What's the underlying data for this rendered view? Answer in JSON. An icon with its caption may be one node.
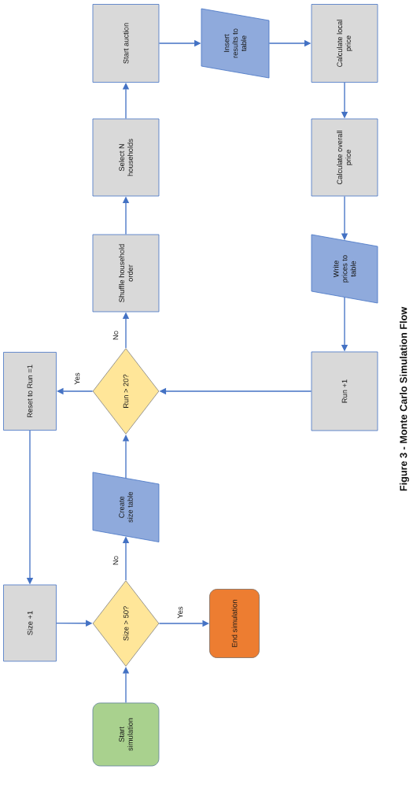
{
  "diagram": {
    "caption": "Figure 3 - Monte Carlo Simulation Flow",
    "nodes": [
      {
        "text": [
          "Start simulation"
        ]
      },
      {
        "text": [
          "Size > 50?"
        ]
      },
      {
        "text": [
          "End simulation"
        ]
      },
      {
        "text": [
          "Create size table"
        ]
      },
      {
        "text": [
          "Run > 20?"
        ]
      },
      {
        "text": [
          "Shuffle household order"
        ]
      },
      {
        "text": [
          "Select N households"
        ]
      },
      {
        "text": [
          "Start auction"
        ]
      },
      {
        "text": [
          "Insert results to table"
        ]
      },
      {
        "text": [
          "Calculate local price"
        ]
      },
      {
        "text": [
          "Calculate overall price"
        ]
      },
      {
        "text": [
          "Write prices to table"
        ]
      },
      {
        "text": [
          "Run +1"
        ]
      },
      {
        "text": [
          "Reset to Run =1"
        ]
      },
      {
        "text": [
          "Size +1"
        ]
      }
    ],
    "edges": [
      {
        "from": 0,
        "to": 1,
        "arrow": "to"
      },
      {
        "from": 1,
        "to": 2,
        "arrow": "to",
        "label": "Yes"
      },
      {
        "from": 1,
        "to": 3,
        "arrow": "to",
        "label": "No"
      },
      {
        "from": 3,
        "to": 4,
        "arrow": "to"
      },
      {
        "from": 4,
        "to": 5,
        "arrow": "to",
        "label": "No"
      },
      {
        "from": 4,
        "to": 13,
        "arrow": "to",
        "label": "Yes"
      },
      {
        "from": 5,
        "to": 6,
        "arrow": "to"
      },
      {
        "from": 6,
        "to": 7,
        "arrow": "to"
      },
      {
        "from": 7,
        "to": 8,
        "arrow": "to"
      },
      {
        "from": 8,
        "to": 9,
        "arrow": "to"
      },
      {
        "from": 9,
        "to": 10,
        "arrow": "to"
      },
      {
        "from": 10,
        "to": 11,
        "arrow": "to"
      },
      {
        "from": 11,
        "to": 12,
        "arrow": "to"
      },
      {
        "from": 12,
        "to": 4,
        "arrow": "to"
      },
      {
        "from": 13,
        "to": 14,
        "arrow": "to"
      },
      {
        "from": 14,
        "to": 1,
        "arrow": "to"
      }
    ]
  }
}
